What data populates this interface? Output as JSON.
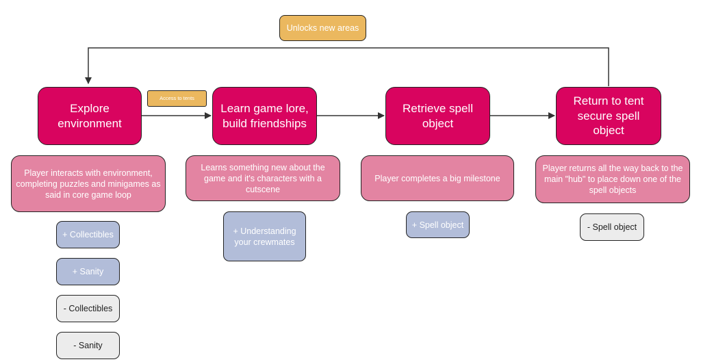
{
  "tags": {
    "unlocks": "Unlocks new areas",
    "access": "Access to tents"
  },
  "steps": [
    {
      "title": "Explore environment",
      "description": "Player interacts with environment, completing puzzles and minigames as said in core game loop",
      "effects": [
        {
          "kind": "gain",
          "label": "+ Collectibles"
        },
        {
          "kind": "gain",
          "label": "+ Sanity"
        },
        {
          "kind": "loss",
          "label": "- Collectibles"
        },
        {
          "kind": "loss",
          "label": "- Sanity"
        }
      ]
    },
    {
      "title": "Learn game lore, build friendships",
      "description": "Learns something new about the game and it's characters with a cutscene",
      "effects": [
        {
          "kind": "gain",
          "label": "+ Understanding your crewmates"
        }
      ]
    },
    {
      "title": "Retrieve spell object",
      "description": "Player completes a big milestone",
      "effects": [
        {
          "kind": "gain",
          "label": "+ Spell object"
        }
      ]
    },
    {
      "title": "Return to tent secure spell object",
      "description": "Player returns all the way back to the main \"hub\" to place down one of the spell objects",
      "effects": [
        {
          "kind": "loss",
          "label": "- Spell object"
        }
      ]
    }
  ],
  "colors": {
    "step": "#d9045f",
    "description": "#e384a2",
    "gain": "#b2bdd9",
    "loss": "#ececec",
    "tag": "#ebb85f",
    "line": "#333333"
  }
}
